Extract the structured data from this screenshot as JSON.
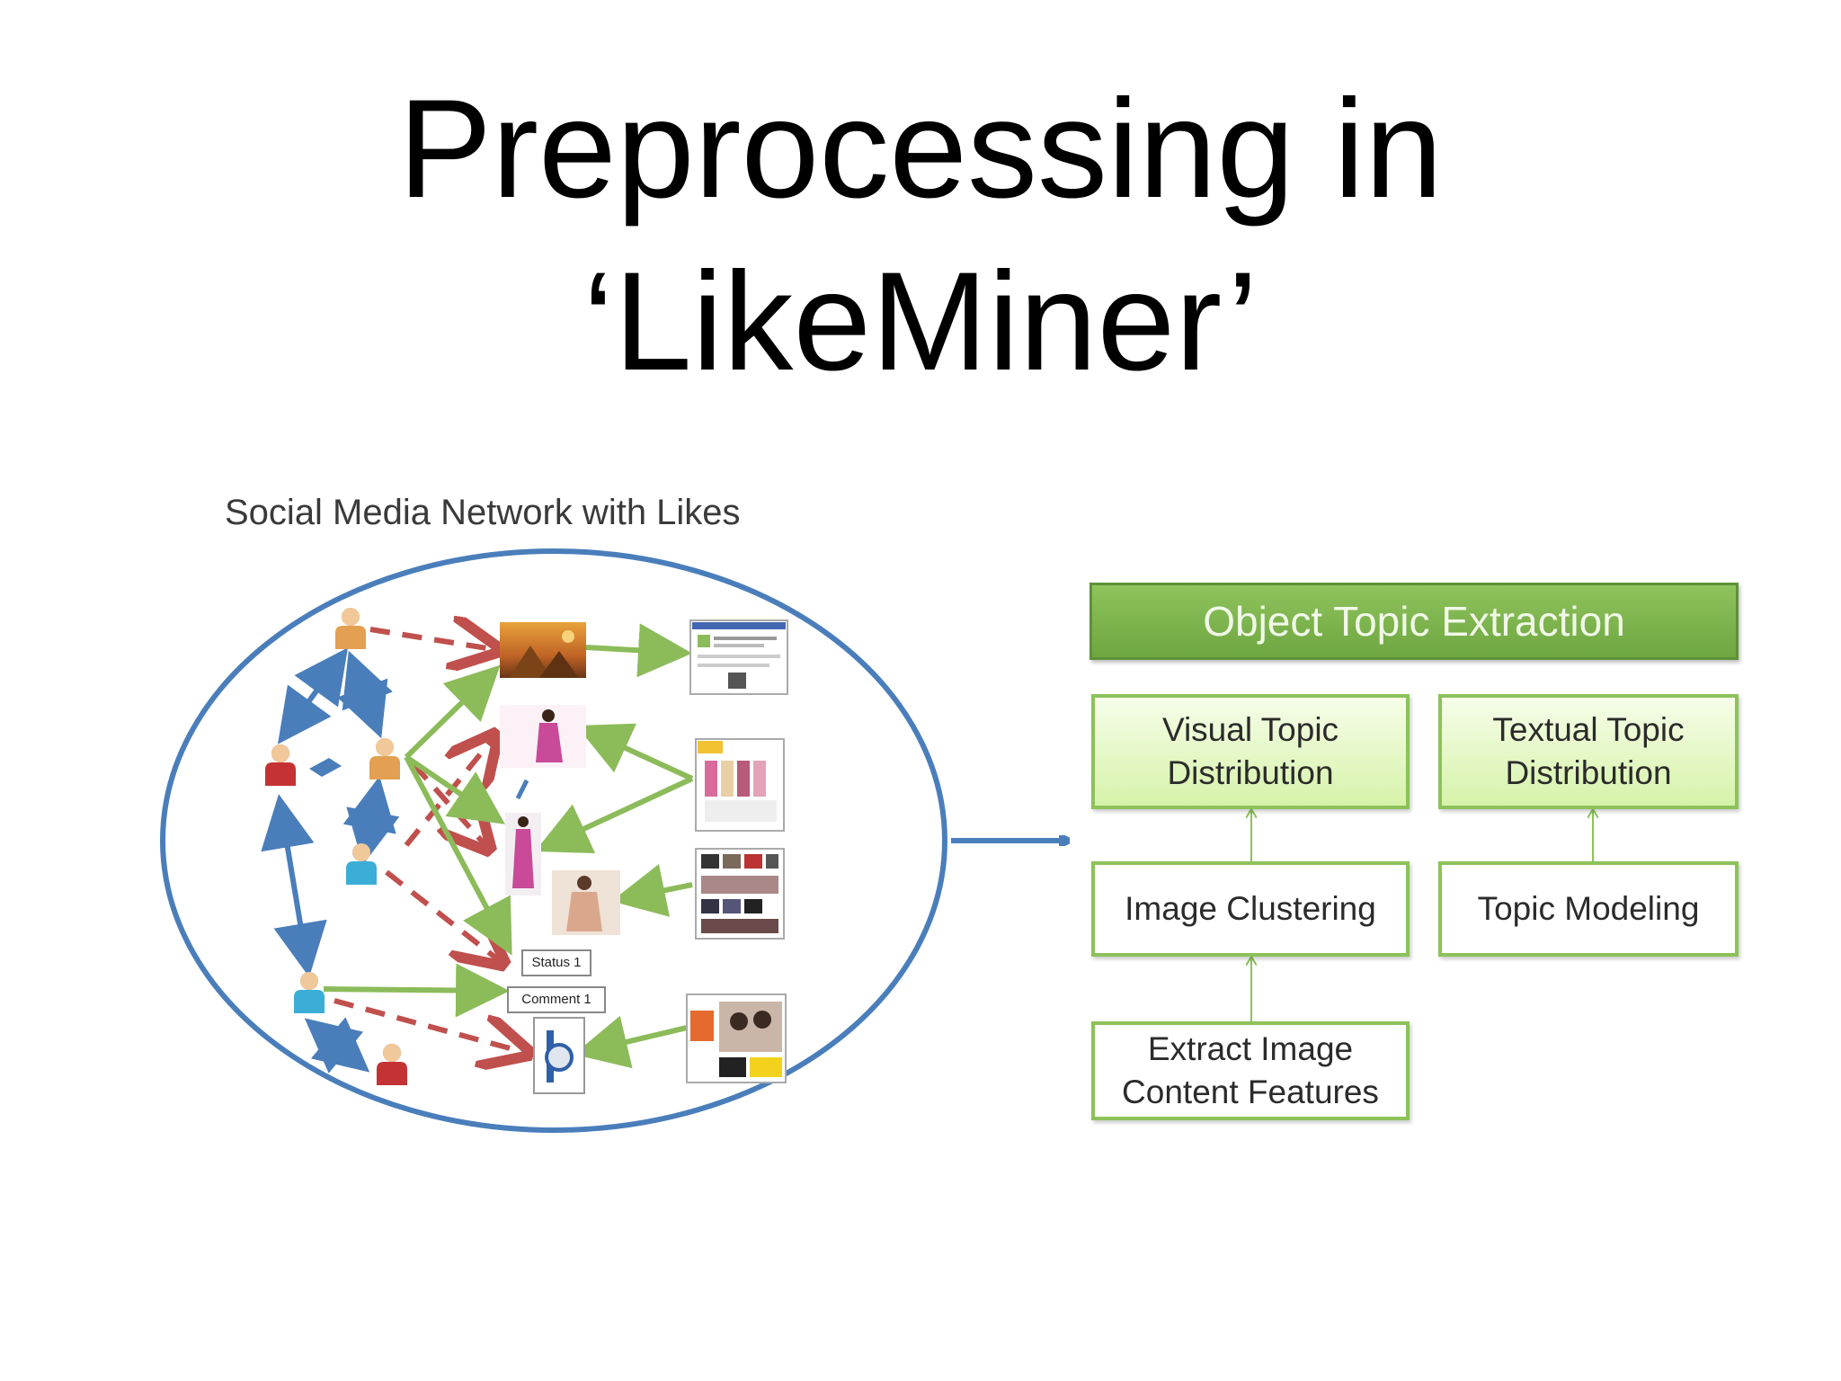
{
  "slide": {
    "title_line1": "Preprocessing in",
    "title_line2": "‘LikeMiner’"
  },
  "network": {
    "caption": "Social Media Network with Likes",
    "labels": {
      "status": "Status 1",
      "comment": "Comment 1"
    }
  },
  "pipeline": {
    "header": "Object Topic Extraction",
    "visual_topic": "Visual Topic Distribution",
    "textual_topic": "Textual Topic Distribution",
    "image_clustering": "Image Clustering",
    "topic_modeling": "Topic Modeling",
    "extract_features": "Extract Image Content Features"
  },
  "colors": {
    "network_blue": "#4a7ebb",
    "like_red": "#c0504d",
    "post_green": "#8cbb5a",
    "box_border_green": "#8cc25a",
    "header_green": "#77ad49"
  },
  "icons": {
    "user": "person-icon",
    "photo": "photo-thumbnail-icon",
    "page": "webpage-thumbnail-icon"
  }
}
